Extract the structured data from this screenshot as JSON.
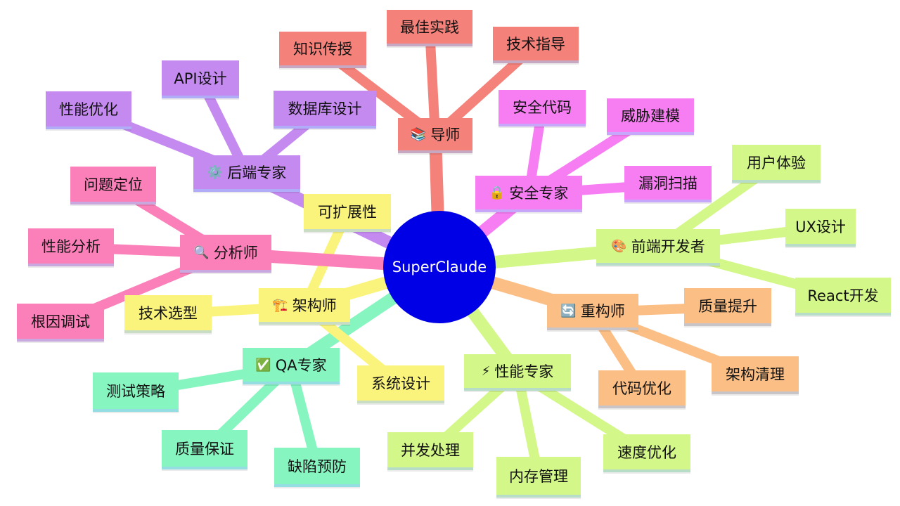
{
  "center": {
    "label": "SuperClaude",
    "color": "#0000e6"
  },
  "branches": [
    {
      "id": "mentor",
      "label": "导师",
      "icon": "books-icon",
      "glyph": "📚",
      "color": "#f4827a",
      "children": [
        "知识传授",
        "最佳实践",
        "技术指导"
      ]
    },
    {
      "id": "security",
      "label": "安全专家",
      "icon": "lock-icon",
      "glyph": "🔒",
      "color": "#f77ef2",
      "children": [
        "安全代码",
        "威胁建模",
        "漏洞扫描"
      ]
    },
    {
      "id": "frontend",
      "label": "前端开发者",
      "icon": "palette-icon",
      "glyph": "🎨",
      "color": "#d3f788",
      "children": [
        "用户体验",
        "UX设计",
        "React开发"
      ]
    },
    {
      "id": "refactor",
      "label": "重构师",
      "icon": "refresh-icon",
      "glyph": "🔄",
      "color": "#fbbf86",
      "children": [
        "质量提升",
        "架构清理",
        "代码优化"
      ]
    },
    {
      "id": "performance",
      "label": "性能专家",
      "icon": "lightning-icon",
      "glyph": "⚡",
      "color": "#d3f788",
      "children": [
        "速度优化",
        "内存管理",
        "并发处理"
      ]
    },
    {
      "id": "qa",
      "label": "QA专家",
      "icon": "checkmark-icon",
      "glyph": "✅",
      "color": "#86f5c0",
      "children": [
        "缺陷预防",
        "质量保证",
        "测试策略"
      ]
    },
    {
      "id": "architect",
      "label": "架构师",
      "icon": "crane-icon",
      "glyph": "🏗️",
      "color": "#fbf47c",
      "children": [
        "系统设计",
        "技术选型",
        "可扩展性"
      ]
    },
    {
      "id": "analyzer",
      "label": "分析师",
      "icon": "magnifier-icon",
      "glyph": "🔍",
      "color": "#fb7fb8",
      "children": [
        "根因调试",
        "性能分析",
        "问题定位"
      ]
    },
    {
      "id": "backend",
      "label": "后端专家",
      "icon": "gear-icon",
      "glyph": "⚙️",
      "color": "#c48af0",
      "children": [
        "数据库设计",
        "API设计",
        "性能优化"
      ]
    }
  ]
}
